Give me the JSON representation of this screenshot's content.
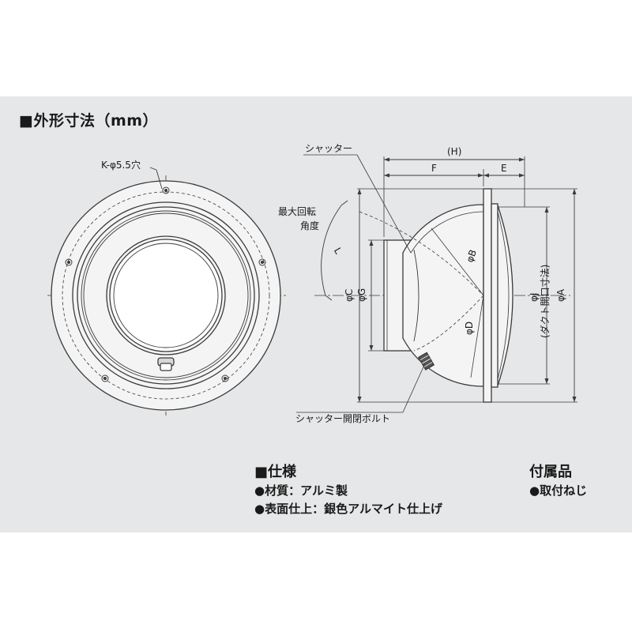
{
  "title": "■外形寸法（mm）",
  "labels": {
    "hole": "K-φ5.5穴",
    "shutter": "シャッター",
    "max_angle_1": "最大回転",
    "max_angle_2": "角度",
    "bolt": "シャッター開閉ボルト",
    "dim_H": "(H)",
    "dim_F": "F",
    "dim_E": "E",
    "dim_L": "L",
    "dim_B": "φB",
    "dim_D": "φD",
    "dim_C": "φC",
    "dim_G": "φG",
    "dim_J": "φJ",
    "dim_duct": "(ダクト開口寸法)",
    "dim_A": "φA"
  },
  "spec": {
    "title": "■仕様",
    "items": [
      "●材質：アルミ製",
      "●表面仕上：銀色アルマイト仕上げ"
    ]
  },
  "accessories": {
    "title": "付属品",
    "items": [
      "●取付ねじ"
    ]
  },
  "colors": {
    "panel": "#e6e7e8",
    "line": "#3a3a3a",
    "fill": "#f4f4f4"
  }
}
